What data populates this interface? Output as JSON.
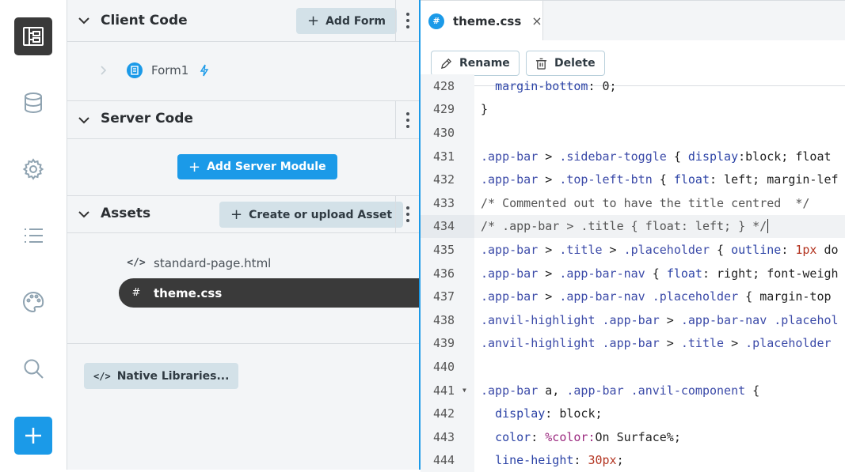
{
  "rail": {
    "items": [
      {
        "name": "app-tree-icon",
        "active": true
      },
      {
        "name": "database-icon"
      },
      {
        "name": "gear-icon"
      },
      {
        "name": "list-icon"
      },
      {
        "name": "palette-icon"
      },
      {
        "name": "search-icon"
      },
      {
        "name": "plus-icon"
      }
    ]
  },
  "sidebar": {
    "client_code": {
      "title": "Client Code",
      "add_button": "Add Form",
      "forms": [
        "Form1"
      ]
    },
    "server_code": {
      "title": "Server Code",
      "add_button": "Add Server Module"
    },
    "assets": {
      "title": "Assets",
      "add_button": "Create or upload Asset",
      "items": [
        {
          "icon": "</>",
          "label": "standard-page.html",
          "selected": false
        },
        {
          "icon": "#",
          "label": "theme.css",
          "selected": true
        }
      ]
    },
    "native_libraries": "Native Libraries..."
  },
  "editor": {
    "tab": {
      "icon": "#",
      "label": "theme.css",
      "close": "×"
    },
    "toolbar": {
      "rename": "Rename",
      "delete": "Delete"
    },
    "lines": [
      {
        "num": "428",
        "text": "  margin-bottom: 0;"
      },
      {
        "num": "429",
        "text": "}"
      },
      {
        "num": "430",
        "text": ""
      },
      {
        "num": "431",
        "text": ".app-bar > .sidebar-toggle { display:block; float"
      },
      {
        "num": "432",
        "text": ".app-bar > .top-left-btn { float: left; margin-lef"
      },
      {
        "num": "433",
        "text": "/* Commented out to have the title centred  */"
      },
      {
        "num": "434",
        "text": "/* .app-bar > .title { float: left; } */"
      },
      {
        "num": "435",
        "text": ".app-bar > .title > .placeholder { outline: 1px do"
      },
      {
        "num": "436",
        "text": ".app-bar > .app-bar-nav { float: right; font-weigh"
      },
      {
        "num": "437",
        "text": ".app-bar > .app-bar-nav .placeholder { margin-top"
      },
      {
        "num": "438",
        "text": ".anvil-highlight .app-bar > .app-bar-nav .placehol"
      },
      {
        "num": "439",
        "text": ".anvil-highlight .app-bar > .title > .placeholder"
      },
      {
        "num": "440",
        "text": ""
      },
      {
        "num": "441",
        "text": ".app-bar a, .app-bar .anvil-component {"
      },
      {
        "num": "442",
        "text": "  display: block;"
      },
      {
        "num": "443",
        "text": "  color: %color:On Surface%;"
      },
      {
        "num": "444",
        "text": "  line-height: 30px;"
      }
    ],
    "active_line": "434"
  }
}
